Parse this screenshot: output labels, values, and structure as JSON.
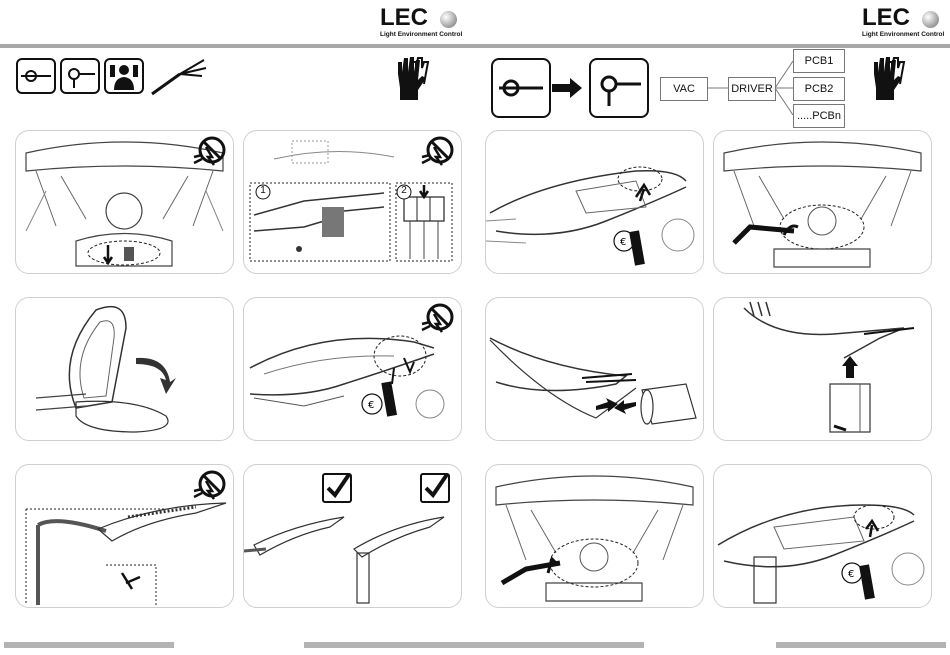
{
  "brand": {
    "name": "LEC",
    "tagline": "Light Environment Control"
  },
  "wiring_flow": {
    "source": "VAC",
    "driver": "DRIVER",
    "boards": [
      "PCB1",
      "PCB2",
      ".....PCBn"
    ]
  },
  "callouts": {
    "step1": "1",
    "step2": "2"
  },
  "icons": {
    "no_power": "no-power-icon",
    "gloves": "gloves-icon",
    "electrician": "electrician-icon",
    "cable": "cable-icon",
    "checkbox": "checked-box-icon",
    "screwdriver": "screwdriver-icon",
    "allen_key": "allen-key-icon"
  },
  "colors": {
    "rule": "#a8a8a8",
    "panel_border": "#cfcfcf",
    "ink": "#111111"
  }
}
